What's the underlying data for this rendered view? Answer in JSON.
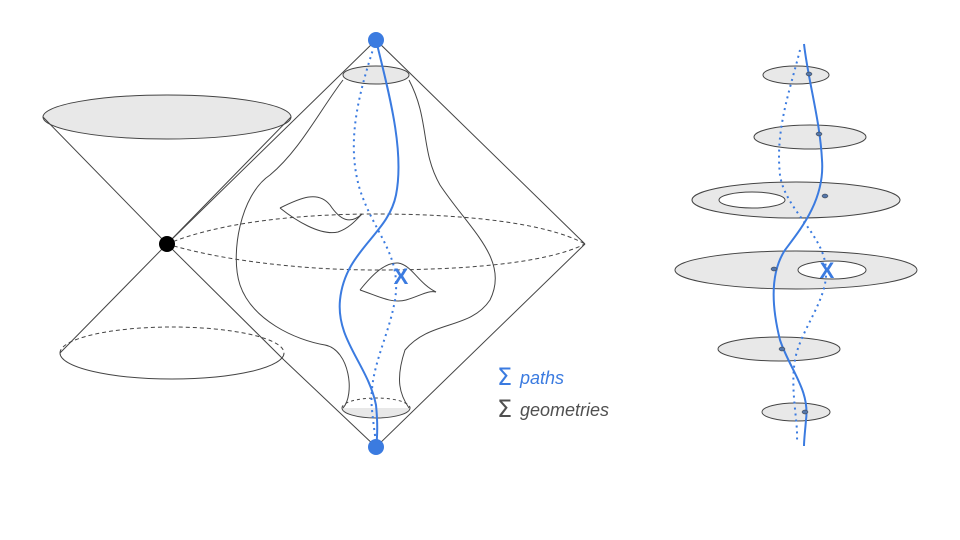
{
  "colors": {
    "accent_blue": "#3b7be0",
    "line_dark": "#333333",
    "disk_fill": "#e8e8e8",
    "disk_stroke": "#444444",
    "legend_dark": "#505050"
  },
  "legend": {
    "paths": {
      "symbol": "Σ",
      "label": "paths"
    },
    "geometries": {
      "symbol": "Σ",
      "label": "geometries"
    }
  },
  "markers": {
    "diamond_x": "X",
    "stack_x": "X"
  }
}
